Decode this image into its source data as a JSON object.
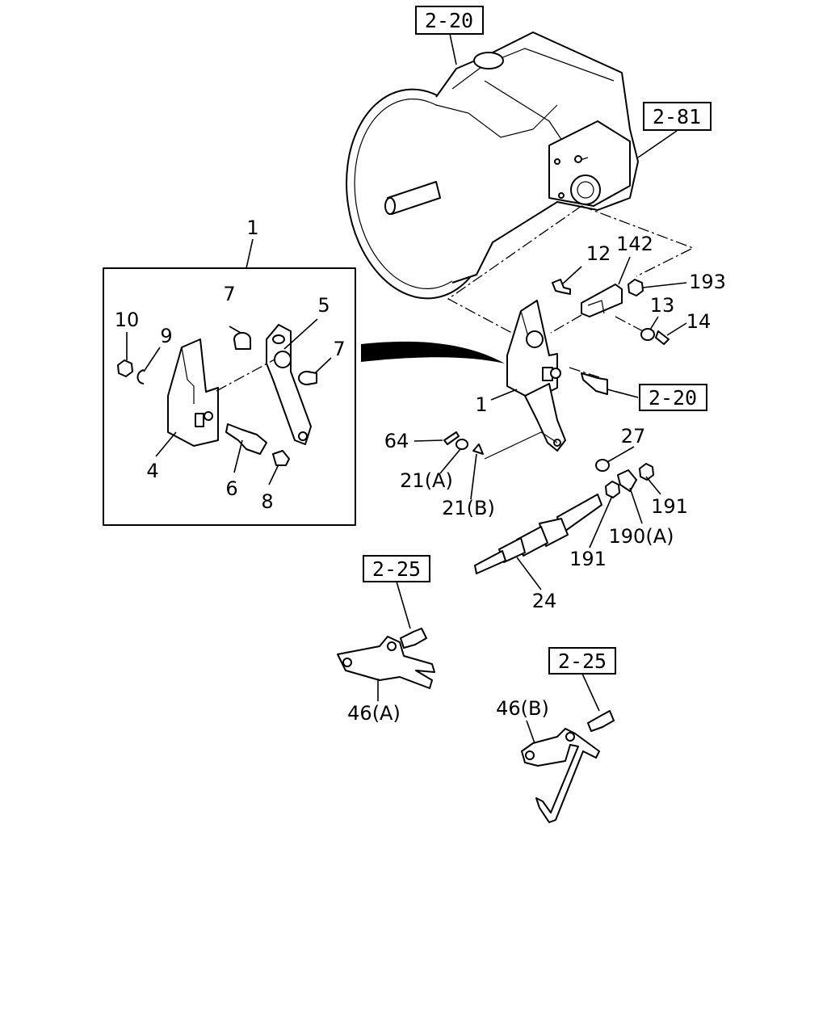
{
  "references": {
    "ref_top": "2-20",
    "ref_right": "2-81",
    "ref_mid": "2-20",
    "ref_bracket_a": "2-25",
    "ref_bracket_b": "2-25"
  },
  "callouts": {
    "c1_box": "1",
    "c7_top": "7",
    "c5": "5",
    "c10": "10",
    "c9": "9",
    "c7_right": "7",
    "c4": "4",
    "c6": "6",
    "c8": "8",
    "c12": "12",
    "c142": "142",
    "c193": "193",
    "c13": "13",
    "c14": "14",
    "c1_main": "1",
    "c64": "64",
    "c21a": "21(A)",
    "c21b": "21(B)",
    "c27": "27",
    "c191_right": "191",
    "c190a": "190(A)",
    "c191_left": "191",
    "c24": "24",
    "c46a": "46(A)",
    "c46b": "46(B)"
  }
}
